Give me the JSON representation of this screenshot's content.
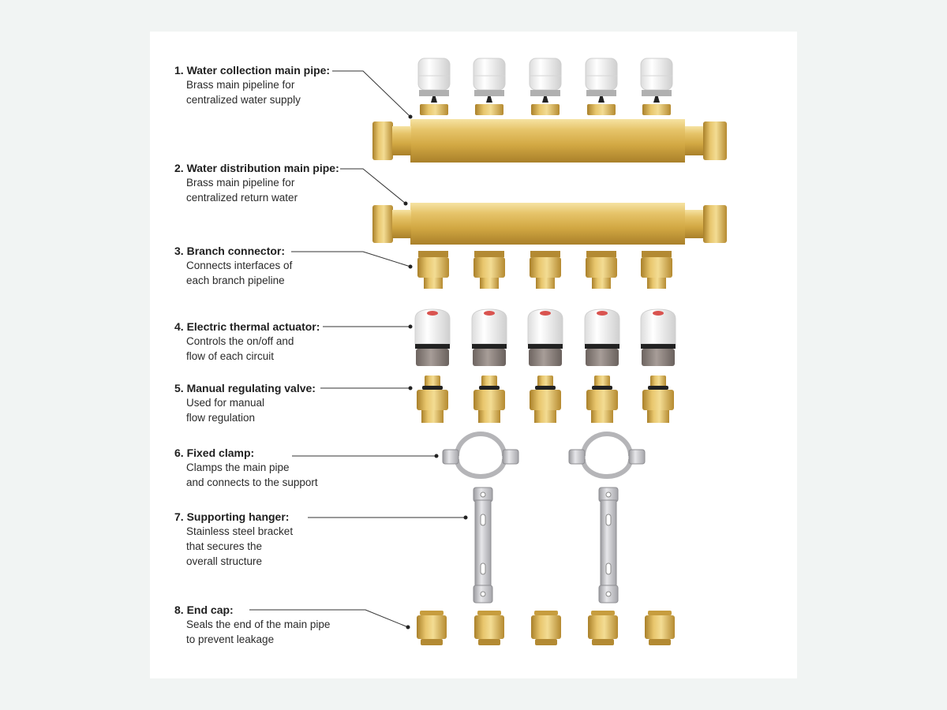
{
  "components": [
    {
      "number": "1.",
      "title": "Water collection main pipe:",
      "lines": [
        "Brass main pipeline for",
        "centralized water supply"
      ],
      "icon": "collection-pipe-with-valves-icon"
    },
    {
      "number": "2.",
      "title": "Water distribution main pipe:",
      "lines": [
        "Brass main pipeline for",
        "centralized return water"
      ],
      "icon": "distribution-pipe-icon"
    },
    {
      "number": "3.",
      "title": "Branch connector:",
      "lines": [
        "Connects interfaces of",
        "each branch pipeline"
      ],
      "icon": "branch-connector-icon"
    },
    {
      "number": "4.",
      "title": "Electric thermal actuator:",
      "lines": [
        "Controls the on/off and",
        "flow of each circuit"
      ],
      "icon": "thermal-actuator-icon"
    },
    {
      "number": "5.",
      "title": "Manual regulating valve:",
      "lines": [
        "Used for manual",
        "flow regulation"
      ],
      "icon": "regulating-valve-icon"
    },
    {
      "number": "6.",
      "title": "Fixed clamp:",
      "lines": [
        "Clamps the main pipe",
        "and connects to the support"
      ],
      "icon": "pipe-clamp-icon"
    },
    {
      "number": "7.",
      "title": "Supporting hanger:",
      "lines": [
        "Stainless steel bracket",
        "that secures the",
        "overall structure"
      ],
      "icon": "bracket-hanger-icon"
    },
    {
      "number": "8.",
      "title": "End cap:",
      "lines": [
        "Seals the end of the main pipe",
        "to prevent leakage"
      ],
      "icon": "end-cap-icon"
    }
  ],
  "colors": {
    "background": "#f1f4f3",
    "card": "#ffffff",
    "brass": "#d9b04a",
    "brass_dark": "#a9802a",
    "steel": "#c9c9cc",
    "actuator_button": "#d9534f",
    "leader_line": "#333333"
  }
}
